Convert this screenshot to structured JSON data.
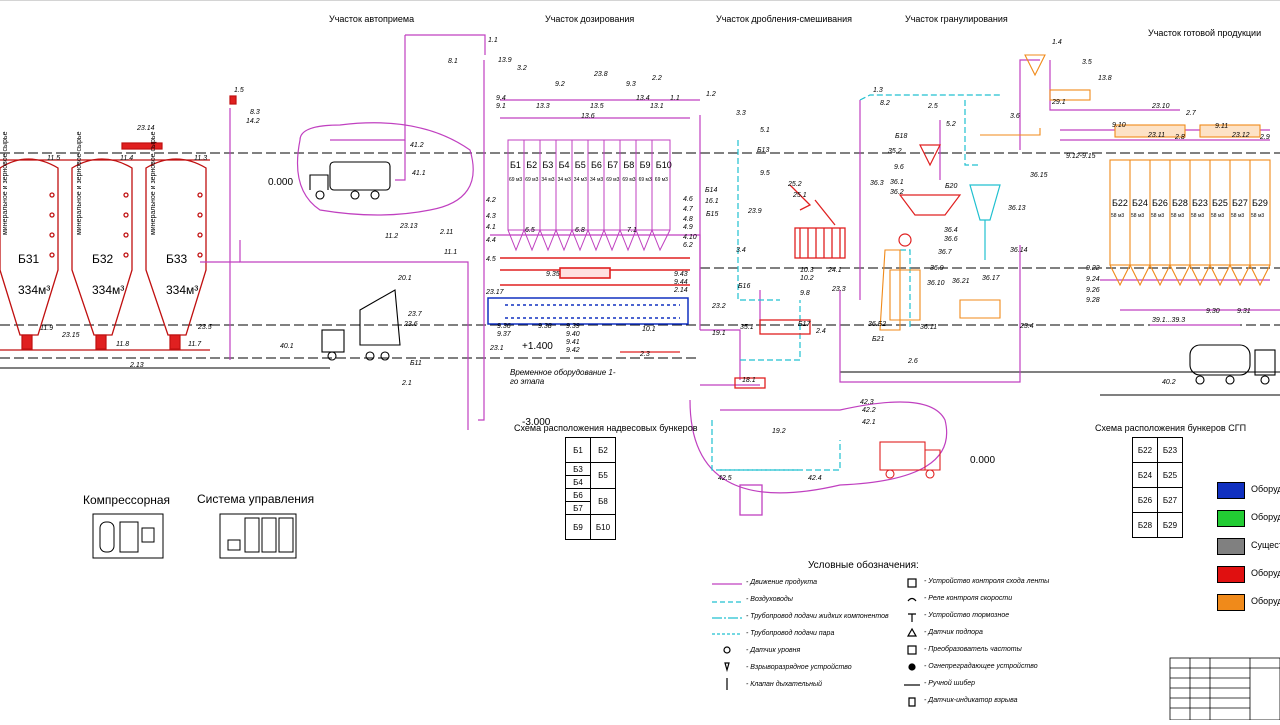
{
  "sections": {
    "reception": "Участок автоприема",
    "dosing": "Участок дозирования",
    "crushing": "Участок дробления-смешивания",
    "granulation": "Участок гранулирования",
    "finished": "Участок готовой продукции"
  },
  "levels": {
    "zero_left": "0.000",
    "plus": "+1.400",
    "minus": "-3.000",
    "zero_right": "0.000"
  },
  "silos": [
    {
      "id": "Б31",
      "volume": "334м³",
      "label": "минеральное и зерновое сырье"
    },
    {
      "id": "Б32",
      "volume": "334м³",
      "label": "минеральное и зерновое сырье"
    },
    {
      "id": "Б33",
      "volume": "334м³",
      "label": "минеральное и зерновое сырье"
    }
  ],
  "dosing_bins": [
    "Б1",
    "Б2",
    "Б3",
    "Б4",
    "Б5",
    "Б6",
    "Б7",
    "Б8",
    "Б9",
    "Б10"
  ],
  "dosing_bin_volumes": [
    "69 м3",
    "69 м3",
    "34 м3",
    "34 м3",
    "34 м3",
    "34 м3",
    "69 м3",
    "69 м3",
    "69 м3",
    "69 м3"
  ],
  "finished_bins": [
    "Б22",
    "Б24",
    "Б26",
    "Б28",
    "Б23",
    "Б25",
    "Б27",
    "Б29"
  ],
  "finished_bin_volume": "58 м3",
  "temp_equipment": "Временное оборудование 1-го этапа",
  "scheme_above_scale": {
    "title": "Схема расположения надвесовых бункеров",
    "rows": [
      [
        "Б1",
        "Б2"
      ],
      [
        "Б3",
        "Б5"
      ],
      [
        "Б4",
        ""
      ],
      [
        "Б6",
        "Б8"
      ],
      [
        "Б7",
        ""
      ],
      [
        "Б9",
        "Б10"
      ]
    ]
  },
  "scheme_sgp": {
    "title": "Схема расположения бункеров СГП",
    "rows": [
      [
        "Б22",
        "Б23"
      ],
      [
        "Б24",
        "Б25"
      ],
      [
        "Б26",
        "Б27"
      ],
      [
        "Б28",
        "Б29"
      ]
    ]
  },
  "compressor": "Компрессорная",
  "control_system": "Система управления",
  "legend_title": "Условные обозначения:",
  "legend_left": [
    "- Движение продукта",
    "- Воздуховоды",
    "- Трубопровод подачи жидких компонентов",
    "- Трубопровод подачи пара",
    "- Датчик уровня",
    "- Взрыворазрядное устройство",
    "- Клапан дыхательный"
  ],
  "legend_right": [
    "- Устройство контроля схода ленты",
    "- Реле контроля скорости",
    "- Устройство тормозное",
    "- Датчик подпора",
    "- Преобразователь частоты",
    "- Огнепреградающее устройство",
    "- Ручной шибер",
    "- Датчик-индикатор взрыва"
  ],
  "color_legend": [
    {
      "label": "Оборуд",
      "color": "#1030c0"
    },
    {
      "label": "Оборуд",
      "color": "#22cc33"
    },
    {
      "label": "Сущест",
      "color": "#808080"
    },
    {
      "label": "Оборуд",
      "color": "#e01010"
    },
    {
      "label": "Оборуд",
      "color": "#f08a1a"
    }
  ],
  "colors": {
    "product": "#c040c0",
    "air": "#20c0d0",
    "equipment": "#e02020",
    "finished": "#f08a1a",
    "ink": "#000000"
  },
  "tags": [
    "1.1",
    "13.9",
    "8.1",
    "3.2",
    "9.2",
    "23.8",
    "2.2",
    "9.3",
    "1.5",
    "8.3",
    "14.2",
    "23.14",
    "11.5",
    "11.4",
    "11.3",
    "41.2",
    "41.1",
    "23.13",
    "11.2",
    "2.11",
    "11.1",
    "20.1",
    "23.7",
    "23.6",
    "Б11",
    "2.1",
    "40.1",
    "23.1",
    "23.5",
    "11.7",
    "11.8",
    "2.13",
    "11.9",
    "23.15",
    "1.2",
    "3.3",
    "5.1",
    "Б13",
    "9.5",
    "Б14",
    "16.1",
    "Б15",
    "3.4",
    "23.9",
    "25.2",
    "25.1",
    "24.1",
    "10.3",
    "10.2",
    "9.8",
    "Б16",
    "Б17",
    "35.1",
    "2.4",
    "19.1",
    "18.1",
    "23.2",
    "2.3",
    "10.1",
    "23.3",
    "1.3",
    "8.2",
    "2.5",
    "5.2",
    "Б18",
    "35.2",
    "9.6",
    "36.3",
    "36.1",
    "36.2",
    "Б20",
    "36.4",
    "36.6",
    "36.7",
    "36.9",
    "36.10",
    "36.21",
    "36.17",
    "36.11",
    "36.15",
    "36.13",
    "36.14",
    "36.Б2",
    "Б21",
    "2.6",
    "3.6",
    "23.4",
    "1.4",
    "3.5",
    "13.8",
    "29.1",
    "23.10",
    "2.7",
    "9.11",
    "9.10",
    "23.11",
    "2.8",
    "23.12",
    "2.9",
    "9.12-9.15",
    "9.22",
    "9.24",
    "9.26",
    "9.28",
    "9.30",
    "9.31",
    "39.1...39.3",
    "40.2",
    "42.3",
    "42.2",
    "42.1",
    "19.2",
    "42.5",
    "42.4",
    "4.2",
    "4.3",
    "4.1",
    "4.4",
    "4.5",
    "4.6",
    "4.7",
    "4.8",
    "4.9",
    "4.10",
    "6.2",
    "6.5",
    "6.8",
    "7.1",
    "9.35",
    "9.36",
    "9.37",
    "9.38",
    "9.39",
    "9.40",
    "9.41",
    "9.42",
    "9.43",
    "9.44",
    "2.14",
    "23.17",
    "13.6",
    "13.5",
    "13.3",
    "13.4",
    "13.1",
    "9.1",
    "9.4",
    "1.1"
  ]
}
